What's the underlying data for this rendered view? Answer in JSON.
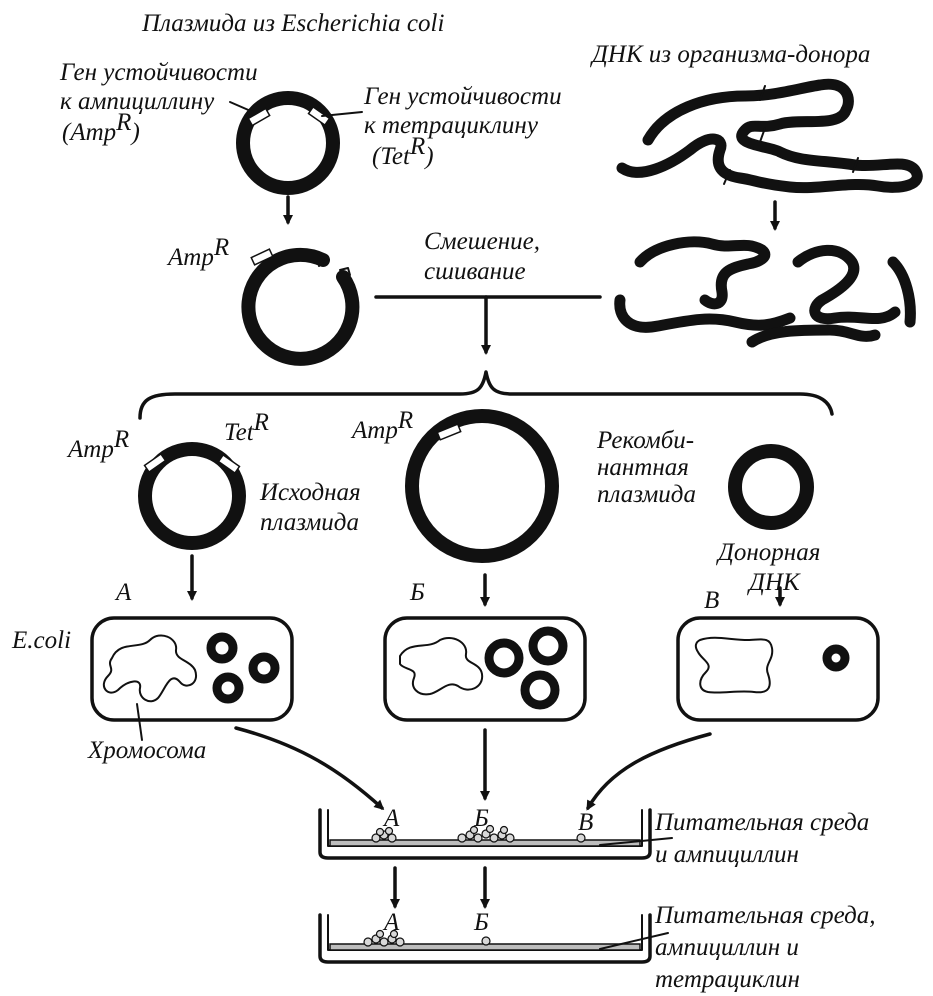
{
  "title": "Плазмида из Escherichia coli",
  "donor_dna_title": "ДНК из организма-донора",
  "labels": {
    "amp_gene_line1": "Ген устойчивости",
    "amp_gene_line2": "к ампициллину",
    "amp_gene_line3": "(Amp",
    "tet_gene_line1": "Ген устойчивости",
    "tet_gene_line2": "к тетрациклину",
    "tet_gene_line3": "(Tet",
    "amp": "Amp",
    "tet": "Tet",
    "superscript_r": "R",
    "close_paren": ")",
    "mixing_line1": "Смешение,",
    "mixing_line2": "сшивание",
    "original_line1": "Исходная",
    "original_line2": "плазмида",
    "recombinant_line1": "Рекомби-",
    "recombinant_line2": "нантная",
    "recombinant_line3": "плазмида",
    "donor_line1": "Донорная",
    "donor_line2": "ДНК",
    "letter_a": "А",
    "letter_b": "Б",
    "letter_v": "В",
    "ecoli": "E.coli",
    "chromosome": "Хромосома",
    "medium1_line1": "Питательная среда",
    "medium1_line2": "и ампициллин",
    "medium2_line1": "Питательная среда,",
    "medium2_line2": "ампициллин и",
    "medium2_line3": "тетрациклин"
  }
}
